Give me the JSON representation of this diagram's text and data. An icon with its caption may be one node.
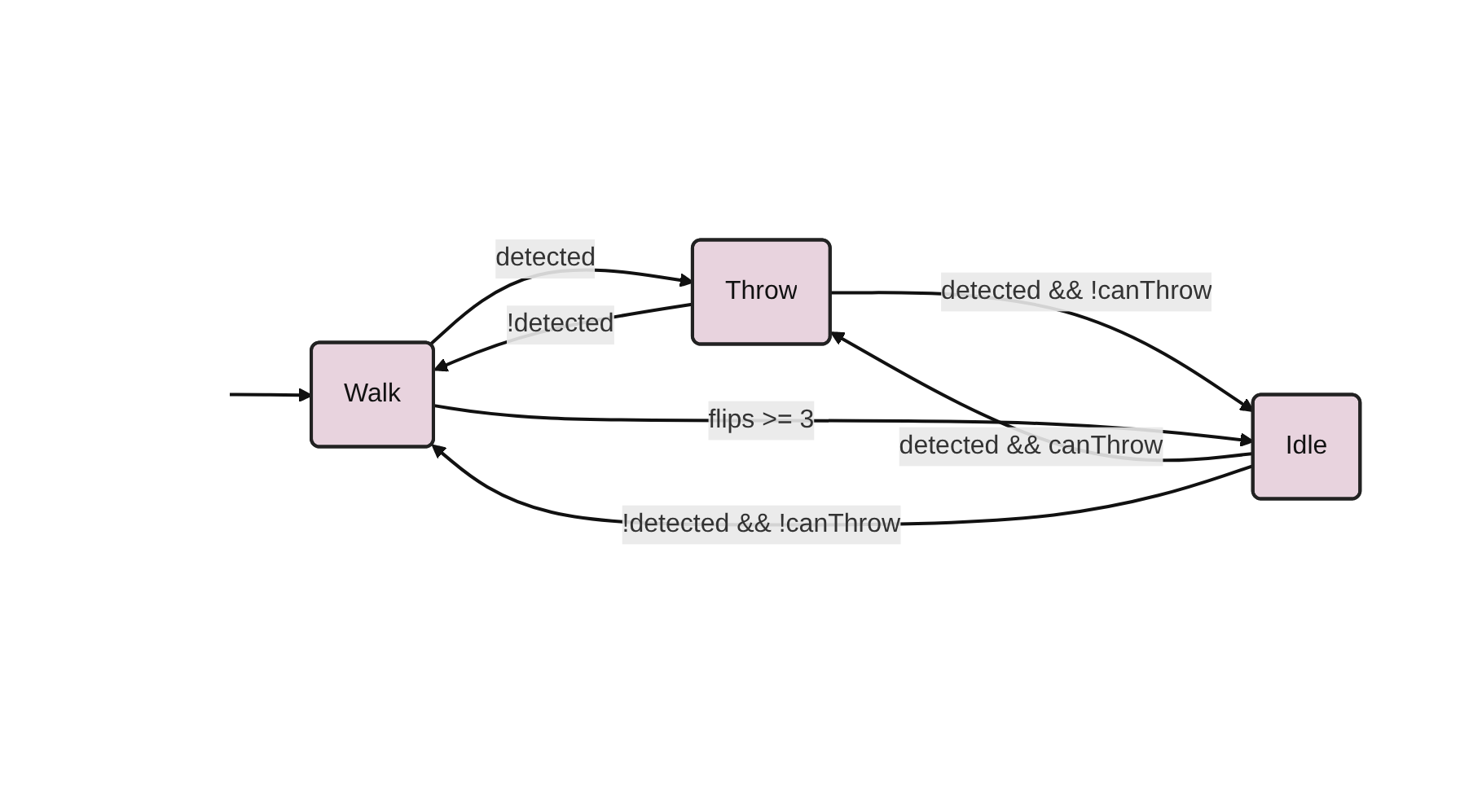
{
  "diagram": {
    "nodes": [
      {
        "text": [
          "Walk"
        ]
      },
      {
        "text": [
          "Throw"
        ]
      },
      {
        "text": [
          "Idle"
        ]
      }
    ],
    "edges": [
      {
        "from": null,
        "to": 0,
        "arrow": "to"
      },
      {
        "from": 0,
        "to": 1,
        "label": "detected",
        "arrow": "to"
      },
      {
        "from": 1,
        "to": 0,
        "label": "!detected",
        "arrow": "to"
      },
      {
        "from": 1,
        "to": 2,
        "label": "detected && !canThrow",
        "arrow": "to"
      },
      {
        "from": 2,
        "to": 1,
        "label": "detected && canThrow",
        "arrow": "to"
      },
      {
        "from": 0,
        "to": 2,
        "label": "flips >= 3",
        "arrow": "to"
      },
      {
        "from": 2,
        "to": 0,
        "label": "!detected && !canThrow",
        "arrow": "to"
      }
    ]
  }
}
